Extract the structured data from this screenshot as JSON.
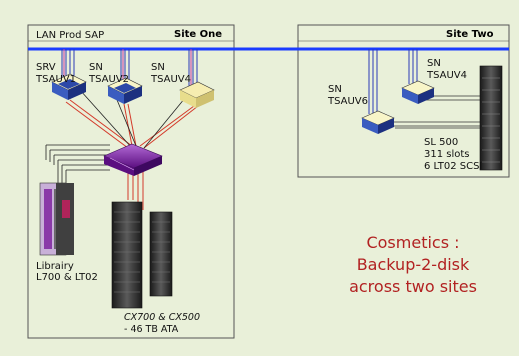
{
  "site_one": {
    "title": "Site One",
    "lan_label": "LAN  Prod SAP",
    "nodes": [
      {
        "line1": "SRV",
        "line2": "TSAUV1"
      },
      {
        "line1": "SN",
        "line2": "TSAUV2"
      },
      {
        "line1": "SN",
        "line2": "TSAUV4"
      }
    ],
    "library": {
      "line1": "Librairy",
      "line2": "L700 & LT02"
    },
    "arrays": {
      "line1": "CX700 & CX500",
      "line2": "- 46 TB ATA"
    }
  },
  "site_two": {
    "title": "Site Two",
    "nodes": [
      {
        "line1": "SN",
        "line2": "TSAUV6"
      },
      {
        "line1": "SN",
        "line2": "TSAUV4"
      }
    ],
    "library": {
      "line1": "SL 500",
      "line2": "311 slots",
      "line3": "6 LT02 SCSI"
    }
  },
  "caption": {
    "line1": "Cosmetics :",
    "line2": "Backup-2-disk",
    "line3": "across two sites"
  },
  "colors": {
    "background": "#e9f0d9",
    "lan": "#1a3cff",
    "fc_links": "#d43a2a",
    "lan_links": "#2a3ab8",
    "switch": "#7a1aa0",
    "caption": "#b22222"
  }
}
